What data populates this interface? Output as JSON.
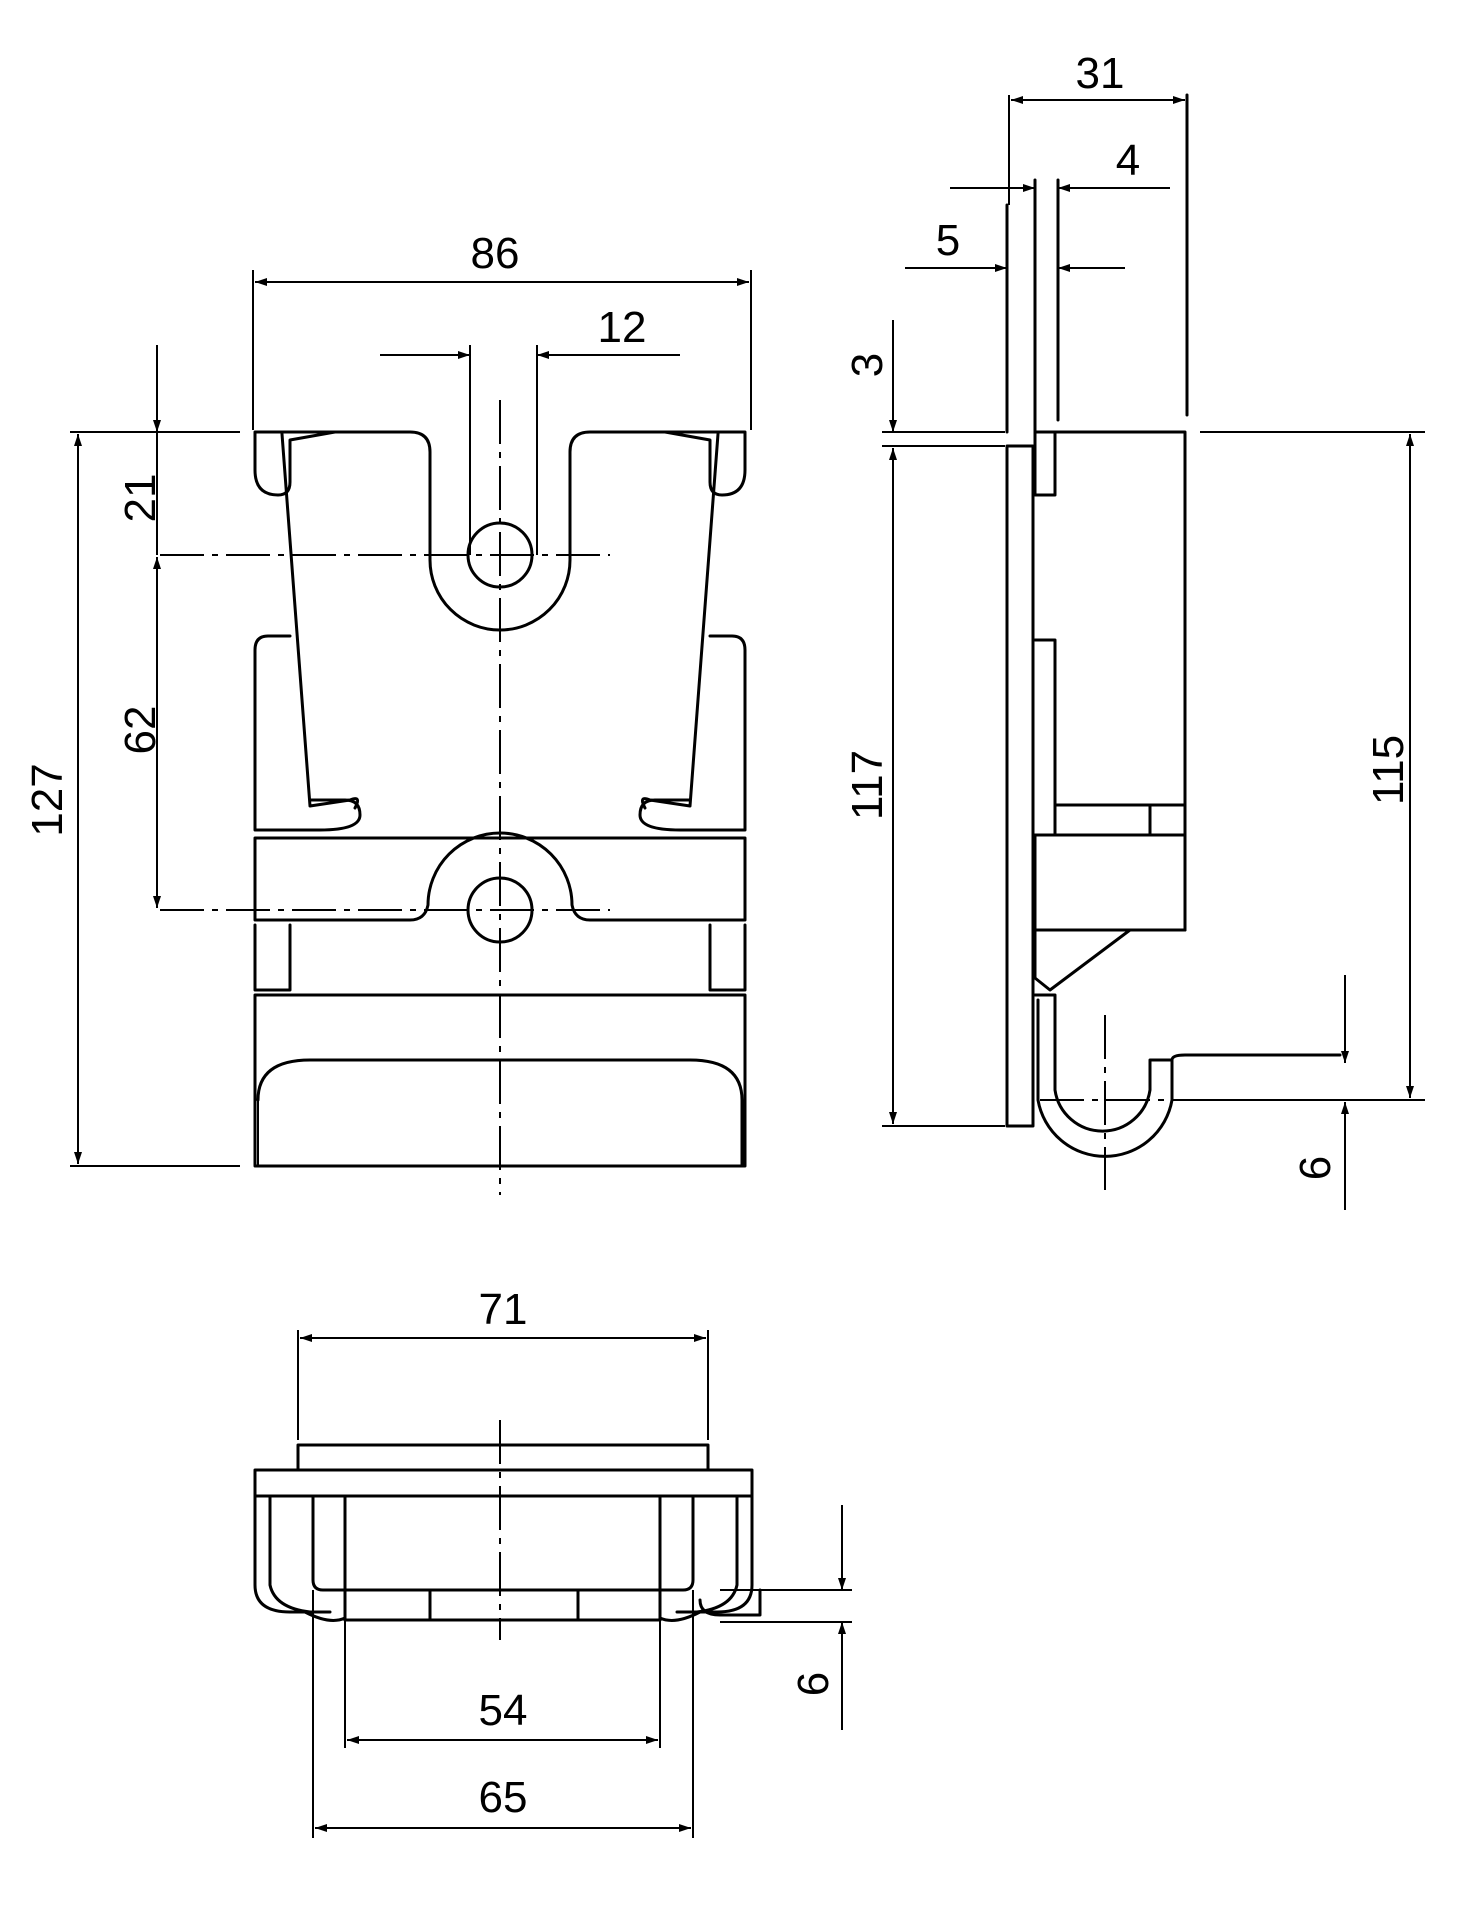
{
  "dimensions": {
    "front_width": "86",
    "slot_width": "12",
    "top_to_hole": "21",
    "hole_spacing": "62",
    "front_height": "127",
    "side_depth": "31",
    "plate_thickness": "4",
    "offset": "5",
    "top_step": "3",
    "plate_height": "117",
    "hook_height": "115",
    "hook_gap": "6",
    "bottom_outer": "71",
    "bottom_inner": "54",
    "bottom_mid": "65",
    "bottom_lip": "6"
  }
}
